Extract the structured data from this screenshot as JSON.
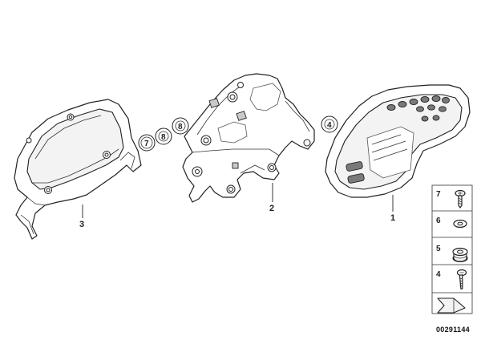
{
  "diagram": {
    "part_labels": {
      "p1": "1",
      "p2": "2",
      "p3": "3",
      "p4": "4",
      "p7": "7",
      "p8a": "8",
      "p8b": "8"
    },
    "legend": {
      "items": [
        {
          "number": "7"
        },
        {
          "number": "6"
        },
        {
          "number": "5"
        },
        {
          "number": "4"
        }
      ]
    },
    "doc_number": "00291144"
  }
}
